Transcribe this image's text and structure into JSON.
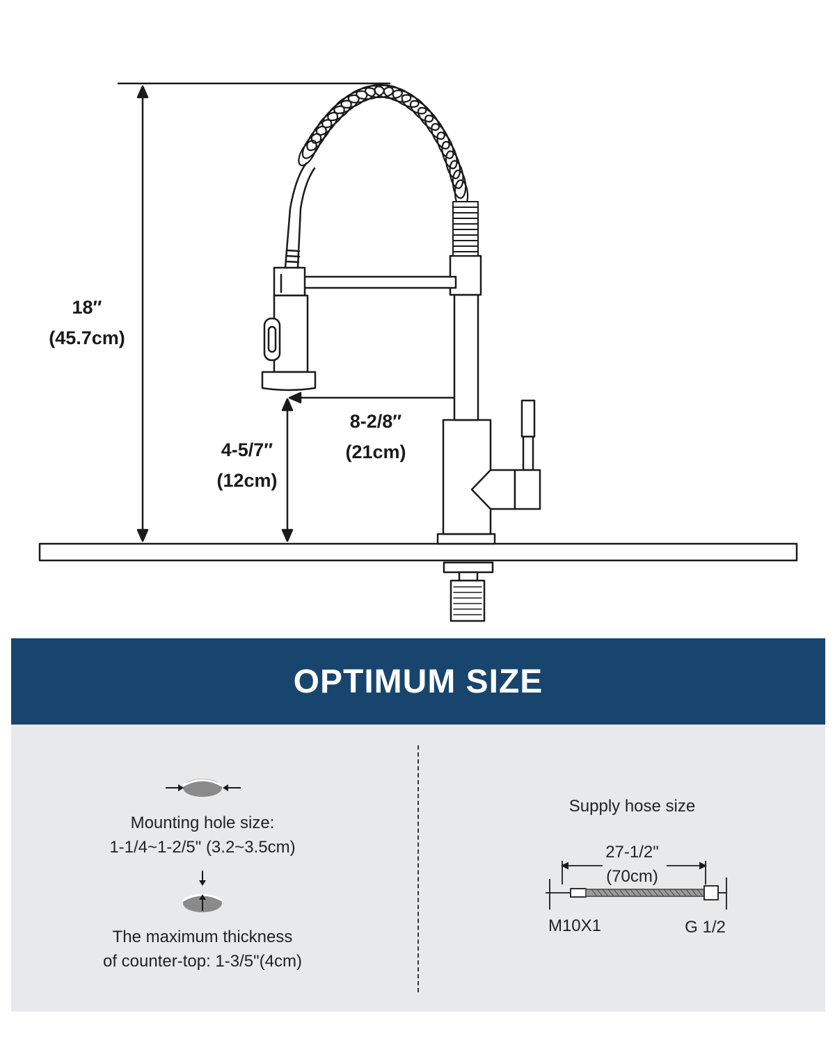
{
  "banner": {
    "title": "OPTIMUM SIZE"
  },
  "dimensions": {
    "height_in": "18″",
    "height_cm": "(45.7cm)",
    "reach_in": "8-2/8″",
    "reach_cm": "(21cm)",
    "clearance_in": "4-5/7″",
    "clearance_cm": "(12cm)"
  },
  "mounting": {
    "hole_label": "Mounting hole size:",
    "hole_value": "1-1/4~1-2/5\" (3.2~3.5cm)",
    "thickness_line1": "The maximum thickness",
    "thickness_line2": "of counter-top: 1-3/5\"(4cm)"
  },
  "supply_hose": {
    "title": "Supply hose size",
    "length_in": "27-1/2\"",
    "length_cm": "(70cm)",
    "end_a": "M10X1",
    "end_b": "G 1/2"
  },
  "colors": {
    "banner_bg": "#17456e",
    "panel_bg": "#e8e9eb",
    "line": "#1a1a1a"
  }
}
